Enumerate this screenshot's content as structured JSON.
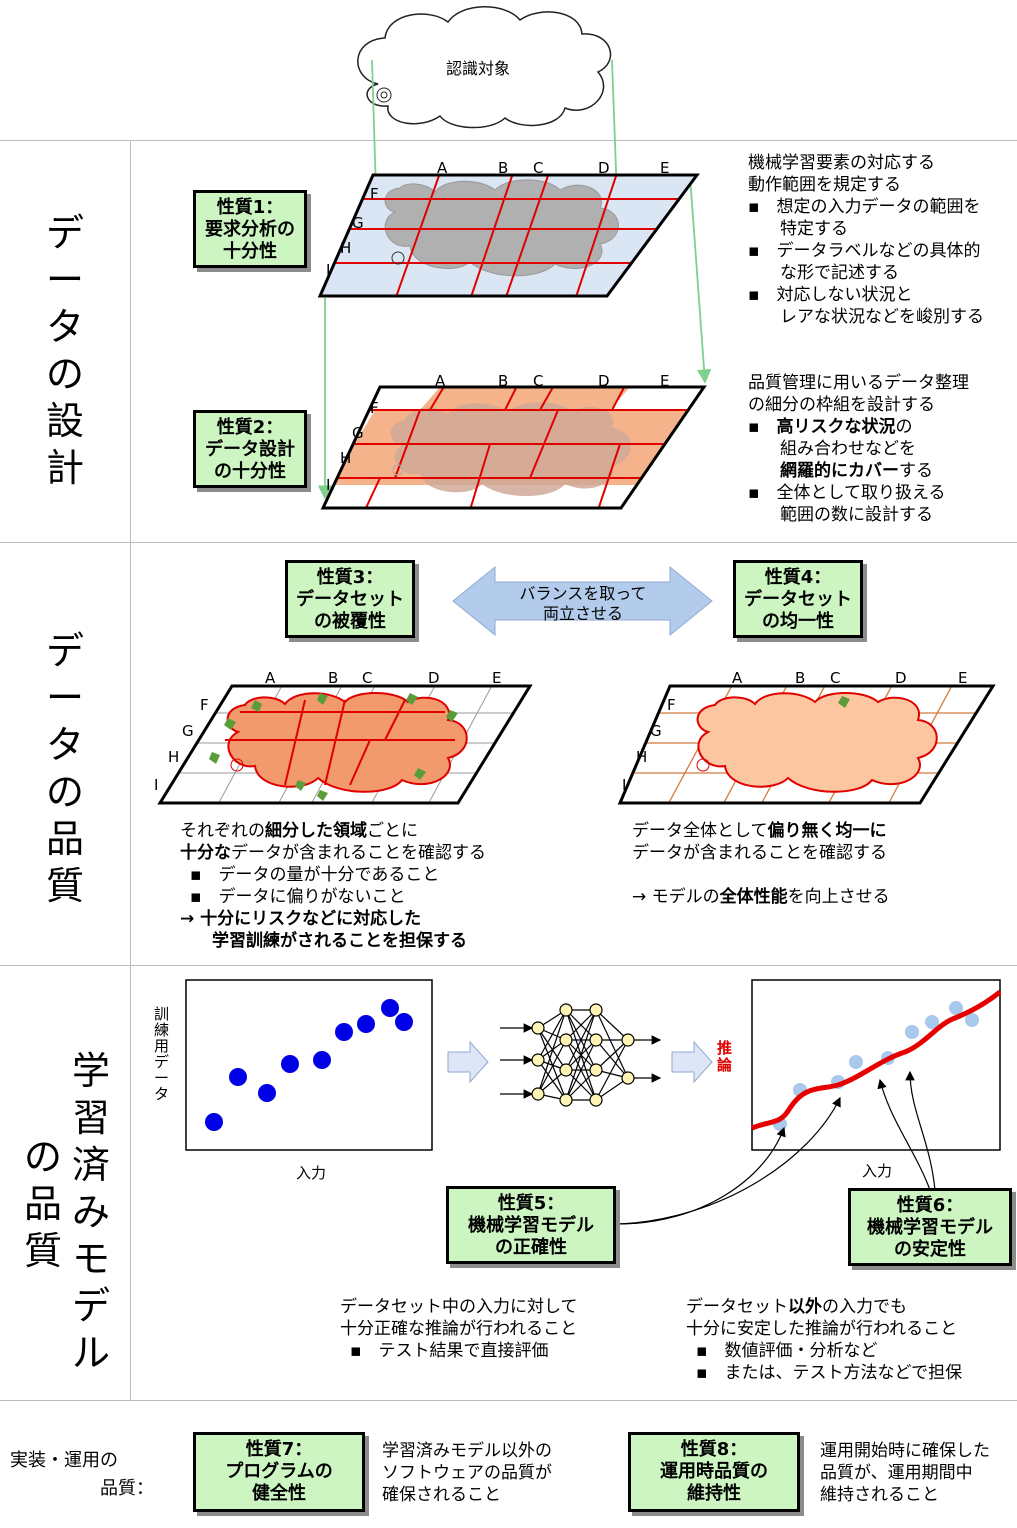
{
  "cloud_label": "認識対象",
  "sections": [
    {
      "id": "design",
      "label": "データの設計"
    },
    {
      "id": "quality",
      "label": "データの品質"
    },
    {
      "id": "model",
      "label_line1": "学習済みモデル",
      "label_line2": "の品質"
    },
    {
      "id": "impl",
      "label_line1": "実装・運用の",
      "label_line2": "品質："
    }
  ],
  "grid_letters": [
    "A",
    "B",
    "C",
    "D",
    "E",
    "F",
    "G",
    "H",
    "I"
  ],
  "properties": [
    {
      "id": 1,
      "text": "性質1：\n要求分析の\n十分性"
    },
    {
      "id": 2,
      "text": "性質2：\nデータ設計\nの十分性"
    },
    {
      "id": 3,
      "text": "性質3：\nデータセット\nの被覆性"
    },
    {
      "id": 4,
      "text": "性質4：\nデータセット\nの均一性"
    },
    {
      "id": 5,
      "text": "性質5：\n機械学習モデル\nの正確性"
    },
    {
      "id": 6,
      "text": "性質6：\n機械学習モデル\nの安定性"
    },
    {
      "id": 7,
      "text": "性質7：\nプログラムの\n健全性"
    },
    {
      "id": 8,
      "text": "性質8：\n運用時品質の\n維持性"
    }
  ],
  "design": {
    "p1_lines": [
      "機械学習要素の対応する",
      "動作範囲を規定する",
      "▪　想定の入力データの範囲を",
      "特定する",
      "▪　データラベルなどの具体的",
      "な形で記述する",
      "▪　対応しない状況と",
      "レアな状況などを峻別する"
    ],
    "p2_l1": "品質管理に用いるデータ整理",
    "p2_l2": "の細分の枠組を設計する",
    "p2_b1": "▪　",
    "p2_b1_bold": "高リスクな状況",
    "p2_b1_end": "の",
    "p2_l4": "組み合わせなどを",
    "p2_l5_bold": "網羅的にカバー",
    "p2_l5_end": "する",
    "p2_l6": "▪　全体として取り扱える",
    "p2_l7": "範囲の数に設計する"
  },
  "quality": {
    "arrow_text_1": "バランスを取って",
    "arrow_text_2": "両立させる",
    "left_l1_a": "それぞれの",
    "left_l1_b": "細分した領域",
    "left_l1_c": "ごとに",
    "left_l2_a": "十分な",
    "left_l2_b": "データが含まれることを確認する",
    "left_l3": "▪　データの量が十分であること",
    "left_l4": "▪　データに偏りがないこと",
    "left_l5": "→ 十分にリスクなどに対応した",
    "left_l6": "学習訓練がされることを担保する",
    "right_l1_a": "データ全体として",
    "right_l1_b": "偏り無く均一に",
    "right_l2": "データが含まれることを確認する",
    "right_l3_a": "→ モデルの",
    "right_l3_b": "全体性能",
    "right_l3_c": "を向上させる"
  },
  "model": {
    "ylabel": "訓練用データ",
    "xlabel_left": "入力",
    "xlabel_right": "入力",
    "inference": "推論",
    "p5_lines": [
      "データセット中の入力に対して",
      "十分正確な推論が行われること",
      "▪　テスト結果で直接評価"
    ],
    "p6_l1_a": "データセット",
    "p6_l1_b": "以外",
    "p6_l1_c": "の入力でも",
    "p6_l2": "十分に安定した推論が行われること",
    "p6_l3": "▪　数値評価・分析など",
    "p6_l4": "▪　または、テスト方法などで担保"
  },
  "impl": {
    "p7_lines": [
      "学習済みモデル以外の",
      "ソフトウェアの品質が",
      "確保されること"
    ],
    "p8_lines": [
      "運用開始時に確保した",
      "品質が、運用期間中",
      "維持されること"
    ]
  },
  "colors": {
    "box_fill": "#ccf5c2",
    "grid_red": "#e00000",
    "plane_blue": "#dbe6f4",
    "cell_orange": "#f4b38a",
    "dot_blue": "#0000e6",
    "curve_red": "#e60000",
    "arrow_green": "#7fd08f"
  }
}
